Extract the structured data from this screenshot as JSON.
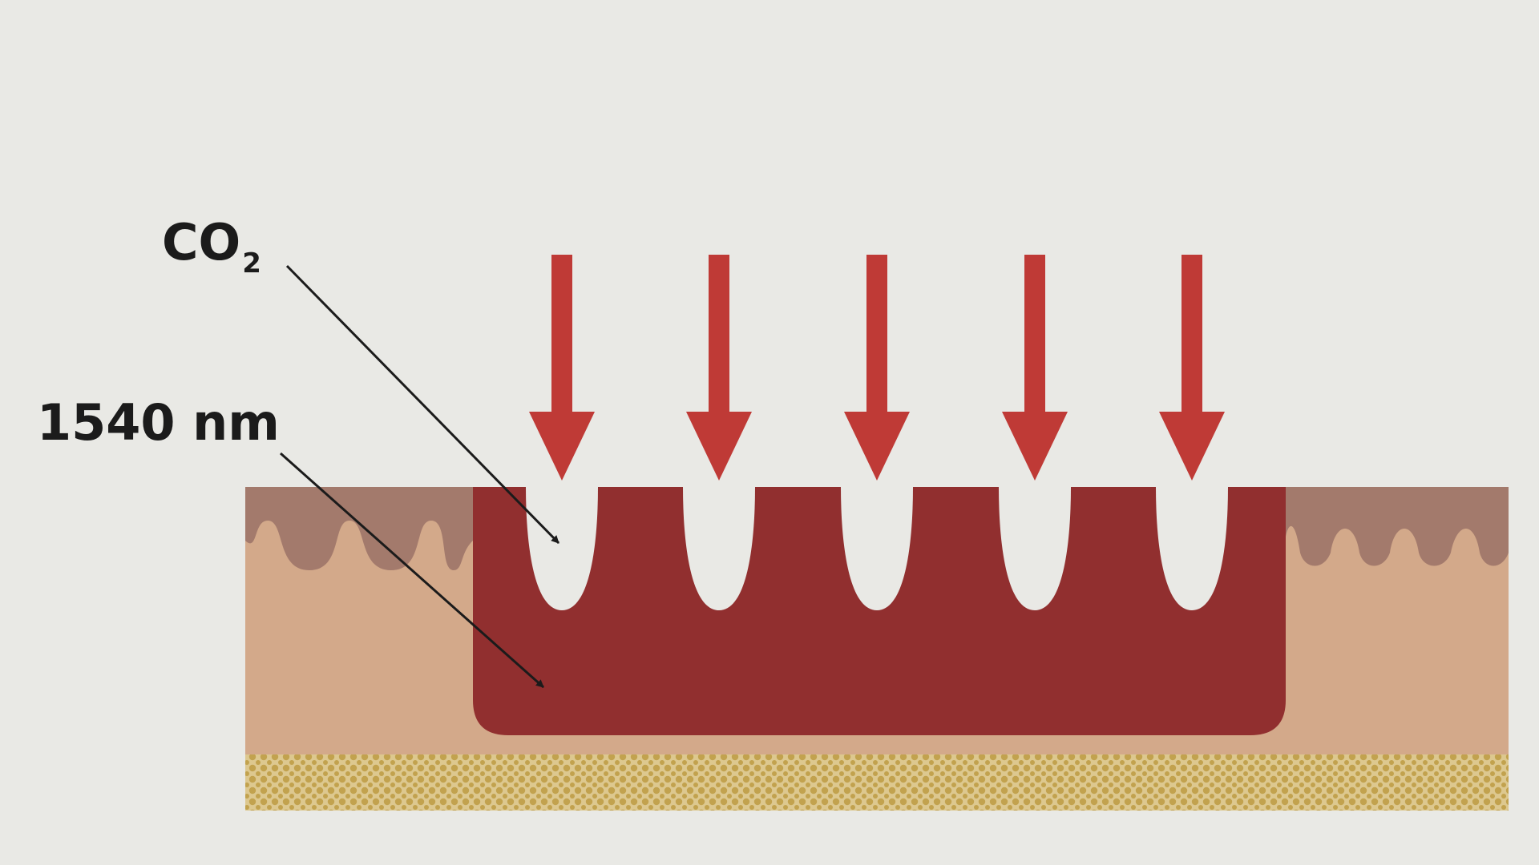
{
  "labels": {
    "co2_main": "CO",
    "co2_subscript": "2",
    "wavelength": "1540 nm"
  },
  "colors": {
    "background": "#e9e9e5",
    "epidermis": "#a37a6c",
    "dermis": "#d3a98a",
    "treated_zone": "#912f2f",
    "beam_arrow": "#bf3a36",
    "pointer": "#1b1b1b",
    "subcutaneous_a": "#c2a24e",
    "subcutaneous_b": "#ddc88f"
  },
  "beams": {
    "count": 5
  }
}
